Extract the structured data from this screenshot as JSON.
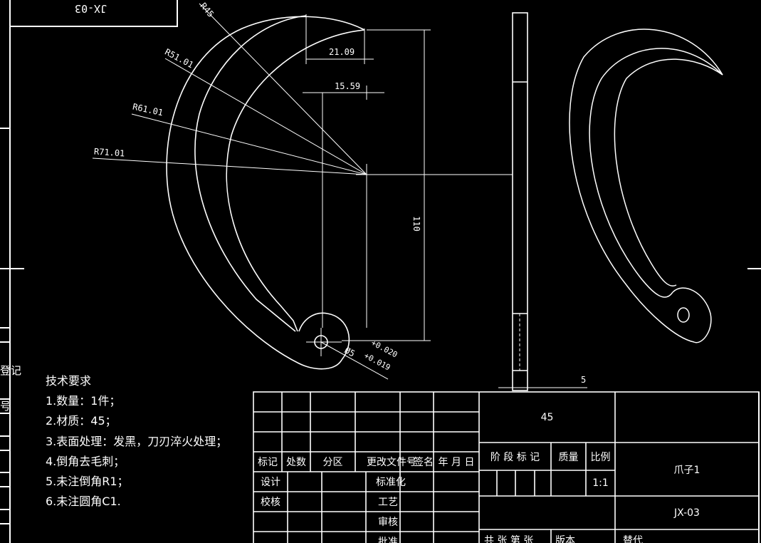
{
  "drawing": {
    "part_code_rotated": "JX-03",
    "left_strip": {
      "label_1": "登记",
      "label_2": "号"
    },
    "dimensions": {
      "r45": "R45",
      "r51": "R51.01",
      "r61": "R61.01",
      "r71": "R71.01",
      "width_top": "21.09",
      "offset": "15.59",
      "height": "110",
      "hole_diameter": "Ø5",
      "hole_tol_upper": "+0.020",
      "hole_tol_lower": "+0.019",
      "thickness": "5"
    }
  },
  "technical_requirements": {
    "title": "技术要求",
    "items": [
      "1.数量：1件；",
      "2.材质：45；",
      "3.表面处理：发黑，刀刃淬火处理；",
      "4.倒角去毛刺；",
      "5.未注倒角R1；",
      "6.未注圆角C1."
    ]
  },
  "title_block": {
    "header": [
      "标记",
      "处数",
      "分区",
      "更改文件号",
      "签名",
      "年 月 日"
    ],
    "rows": [
      {
        "label": "设计",
        "mid": "标准化"
      },
      {
        "label": "校核",
        "mid": "工艺"
      },
      {
        "label": "",
        "mid": "审核"
      },
      {
        "label": "",
        "mid": "批准"
      }
    ],
    "material": "45",
    "stage_mark": "阶 段 标 记",
    "mass": "质量",
    "scale_label": "比例",
    "scale_value": "1:1",
    "part_name": "爪子1",
    "drawing_number": "JX-03",
    "sheets": "共  张  第  张",
    "version": "版本",
    "replace": "替代"
  }
}
